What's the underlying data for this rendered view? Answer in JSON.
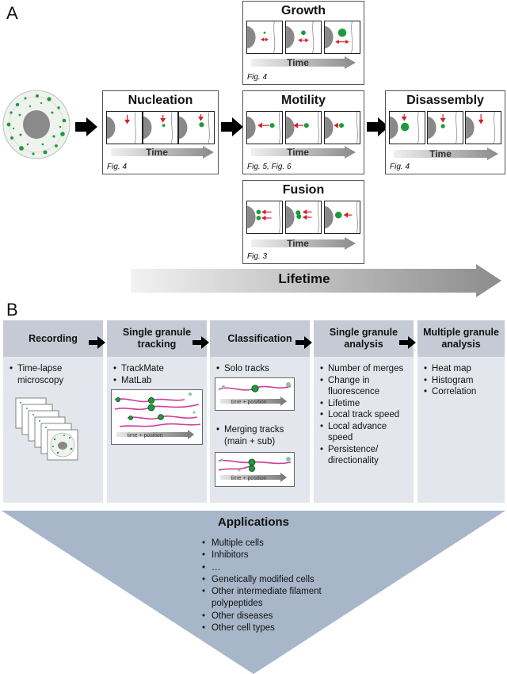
{
  "panel_a": {
    "letter": "A",
    "stages": {
      "nucleation": {
        "title": "Nucleation",
        "time": "Time",
        "fig": "Fig. 4"
      },
      "growth": {
        "title": "Growth",
        "time": "Time",
        "fig": "Fig. 4"
      },
      "motility": {
        "title": "Motility",
        "time": "Time",
        "fig": "Fig. 5, Fig. 6"
      },
      "fusion": {
        "title": "Fusion",
        "time": "Time",
        "fig": "Fig. 3"
      },
      "disassembly": {
        "title": "Disassembly",
        "time": "Time",
        "fig": "Fig. 4"
      }
    },
    "lifetime_label": "Lifetime"
  },
  "panel_b": {
    "letter": "B",
    "columns": [
      {
        "head": "Recording",
        "items": [
          "Time-lapse microscopy"
        ]
      },
      {
        "head": "Single granule tracking",
        "items": [
          "TrackMate",
          "MatLab"
        ],
        "axis": "time + position"
      },
      {
        "head": "Classification",
        "items": [
          "Solo tracks"
        ],
        "items2": [
          "Merging tracks (main + sub)"
        ],
        "axis": "time + position"
      },
      {
        "head": "Single granule analysis",
        "items": [
          "Number of merges",
          "Change in fluorescence",
          "Lifetime",
          "Local track speed",
          "Local advance speed",
          "Persistence/ directionality"
        ]
      },
      {
        "head": "Multiple granule analysis",
        "items": [
          "Heat map",
          "Histogram",
          "Correlation"
        ]
      }
    ],
    "applications": {
      "title": "Applications",
      "items": [
        "Multiple cells",
        "Inhibitors",
        "…",
        "Genetically modified cells",
        "Other intermediate filament polypeptides",
        "Other diseases",
        "Other cell types"
      ]
    }
  },
  "colors": {
    "granule": "#1f9a3a",
    "arrow": "#d6202e",
    "track": "#cc3d9a",
    "column_bg": "#e3e6ec",
    "column_head": "#c5cad5",
    "applications_bg": "#a7b6c8"
  }
}
